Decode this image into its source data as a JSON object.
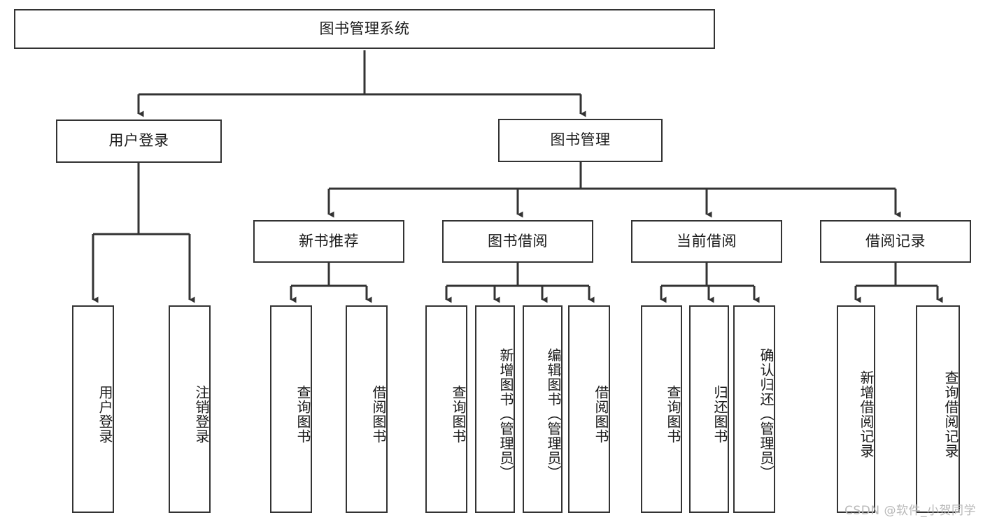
{
  "diagram": {
    "title": "图书管理系统",
    "type": "hierarchy-tree",
    "line_color": "#333333",
    "box_fill": "#ffffff",
    "text_color": "#1a1a1a",
    "background": "#ffffff"
  },
  "nodes": {
    "root": {
      "label": "图书管理系统"
    },
    "level2": [
      {
        "label": "用户登录"
      },
      {
        "label": "图书管理"
      }
    ],
    "level3": [
      {
        "label": "新书推荐"
      },
      {
        "label": "图书借阅"
      },
      {
        "label": "当前借阅"
      },
      {
        "label": "借阅记录"
      }
    ],
    "leaves_user_login": [
      {
        "label": "用户登录"
      },
      {
        "label": "注销登录"
      }
    ],
    "leaves_new_book": [
      {
        "label": "查询图书"
      },
      {
        "label": "借阅图书"
      }
    ],
    "leaves_borrow": [
      {
        "label": "查询图书"
      },
      {
        "label": "新增图书（管理员）"
      },
      {
        "label": "编辑图书（管理员）"
      },
      {
        "label": "借阅图书"
      }
    ],
    "leaves_current": [
      {
        "label": "查询图书"
      },
      {
        "label": "归还图书"
      },
      {
        "label": "确认归还（管理员）"
      }
    ],
    "leaves_record": [
      {
        "label": "新增借阅记录"
      },
      {
        "label": "查询借阅记录"
      }
    ]
  },
  "watermark": {
    "text": "CSDN @软件_小贺同学"
  }
}
